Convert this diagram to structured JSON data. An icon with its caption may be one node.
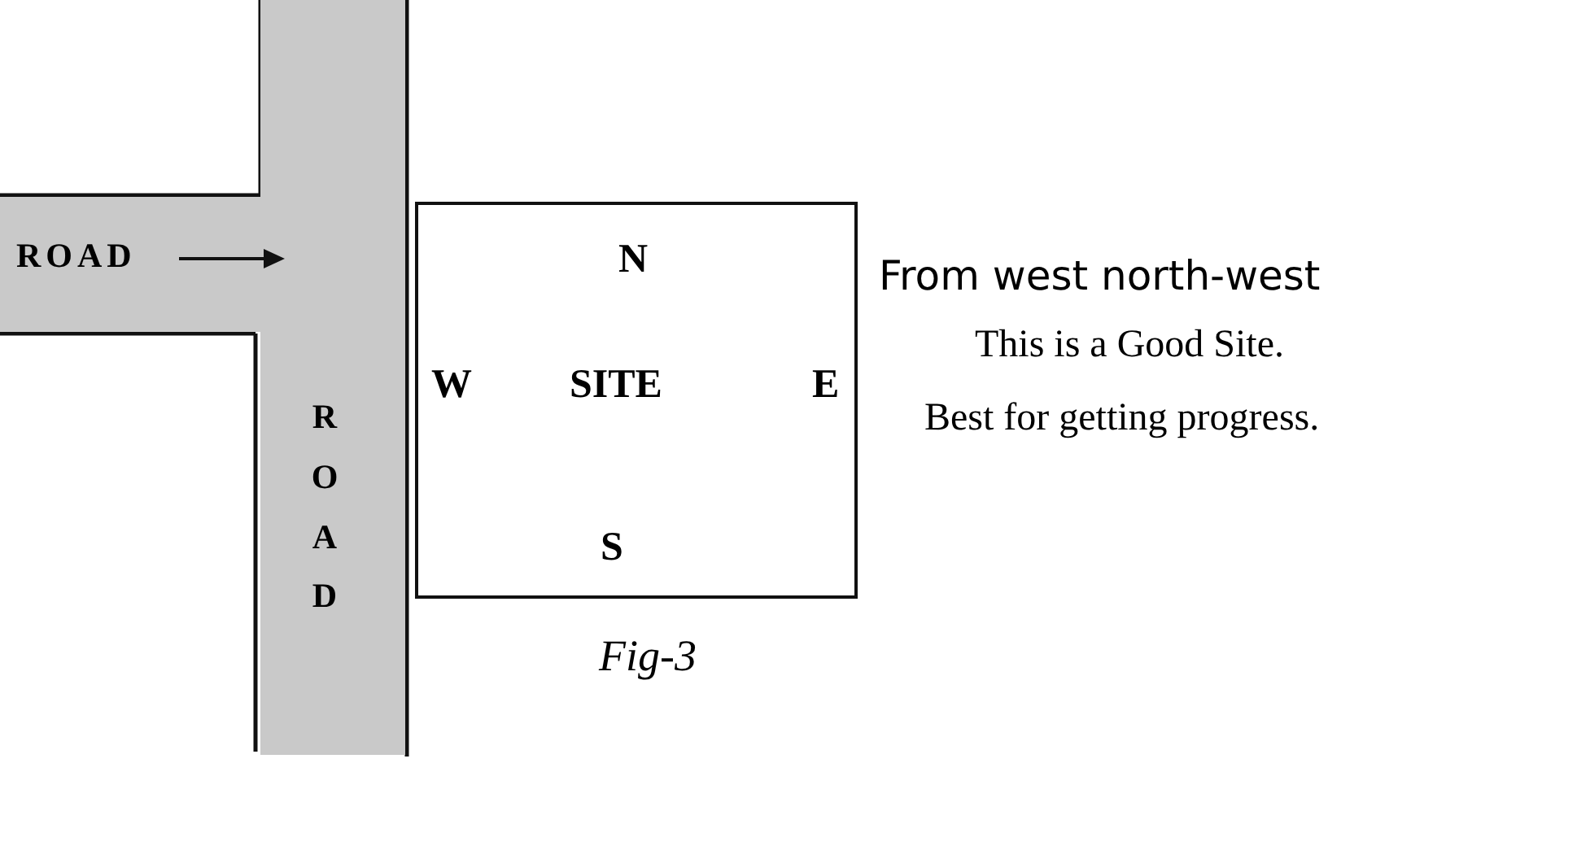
{
  "diagram": {
    "nodes": [
      {
        "text": [
          "ROAD"
        ]
      },
      {
        "text": [
          "ROAD"
        ]
      },
      {
        "text": [
          "N",
          "W",
          "SITE",
          "E",
          "S"
        ],
        "beside": [
          "Fig-3"
        ]
      }
    ],
    "edges": [],
    "labels": [
      "From west north-west",
      "This is a Good Site.",
      "Best for getting progress."
    ]
  }
}
